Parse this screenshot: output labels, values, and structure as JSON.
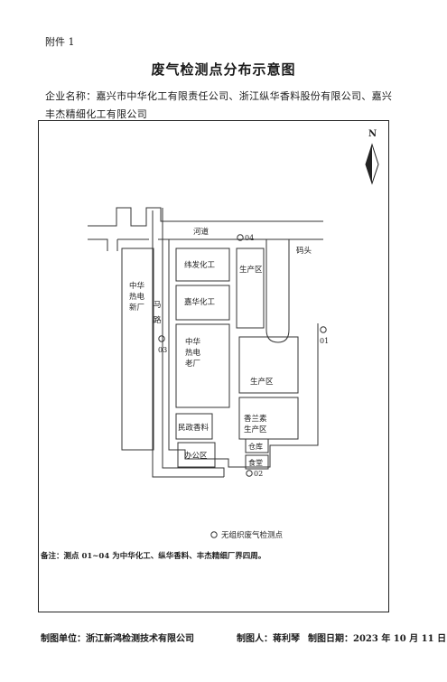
{
  "header": {
    "attachment": "附件 1",
    "title": "废气检测点分布示意图",
    "company_label": "企业名称：",
    "company_text": "嘉兴市中华化工有限责任公司、浙江纵华香料股份有限公司、嘉兴丰杰精细化工有限公司"
  },
  "map": {
    "north": "N",
    "river": "河道",
    "dock": "码头",
    "road_char1": "马",
    "road_char2": "路",
    "zhonghua_new": [
      "中华",
      "热电",
      "新厂"
    ],
    "weifa": "纬发化工",
    "jiahua": "嘉华化工",
    "zhonghua_old": [
      "中华",
      "热电",
      "老厂"
    ],
    "minzheng": "民政香料",
    "office": "办公区",
    "prod_top": "生产区",
    "prod_mid": "生产区",
    "xianglan": [
      "香兰素",
      "生产区"
    ],
    "warehouse": "仓库",
    "canteen": "食堂",
    "points": {
      "p01": "01",
      "p02": "02",
      "p03": "03",
      "p04": "04"
    },
    "legend": "无组织废气检测点"
  },
  "note": "备注：测点 01~04 为中华化工、纵华香料、丰杰精细厂界四周。",
  "footer": {
    "maker_unit": "制图单位：浙江新鸿检测技术有限公司",
    "maker": "制图人：蒋利琴",
    "date": "制图日期：2023 年 10 月 11 日"
  }
}
